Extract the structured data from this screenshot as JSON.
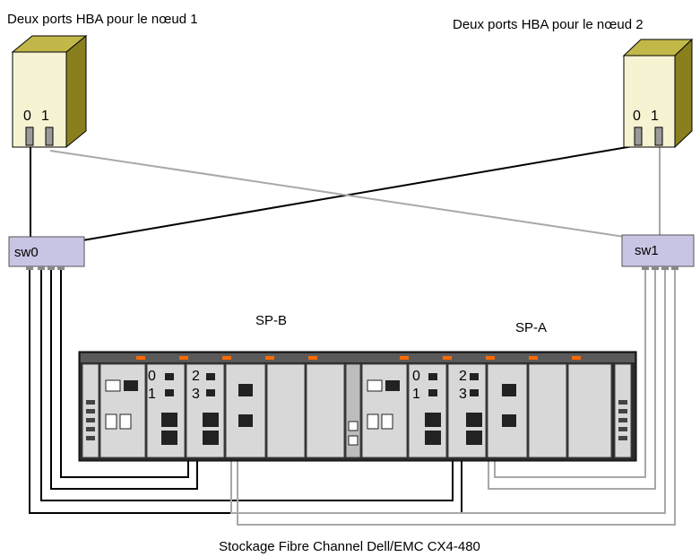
{
  "title": "Stockage Fibre Channel Dell/EMC CX4-480",
  "nodes": [
    {
      "caption": "Deux ports HBA pour le nœud 1",
      "ports": [
        "0",
        "1"
      ]
    },
    {
      "caption": "Deux ports HBA pour le nœud 2",
      "ports": [
        "0",
        "1"
      ]
    }
  ],
  "switches": [
    {
      "label": "sw0"
    },
    {
      "label": "sw1"
    }
  ],
  "storage_processors": [
    {
      "label": "SP-B",
      "ports": [
        "0",
        "1",
        "2",
        "3"
      ]
    },
    {
      "label": "SP-A",
      "ports": [
        "0",
        "1",
        "2",
        "3"
      ]
    }
  ],
  "colors": {
    "server_face": "#f5f3d2",
    "server_side": "#8a7f1e",
    "server_top": "#c2b84a",
    "switch_fill": "#c8c5e4",
    "cable_dark": "#000000",
    "cable_light": "#a8a8a8",
    "chassis_dark": "#2a2a2a",
    "chassis_panel": "#d8d8d8",
    "accent_orange": "#ff6a00"
  }
}
